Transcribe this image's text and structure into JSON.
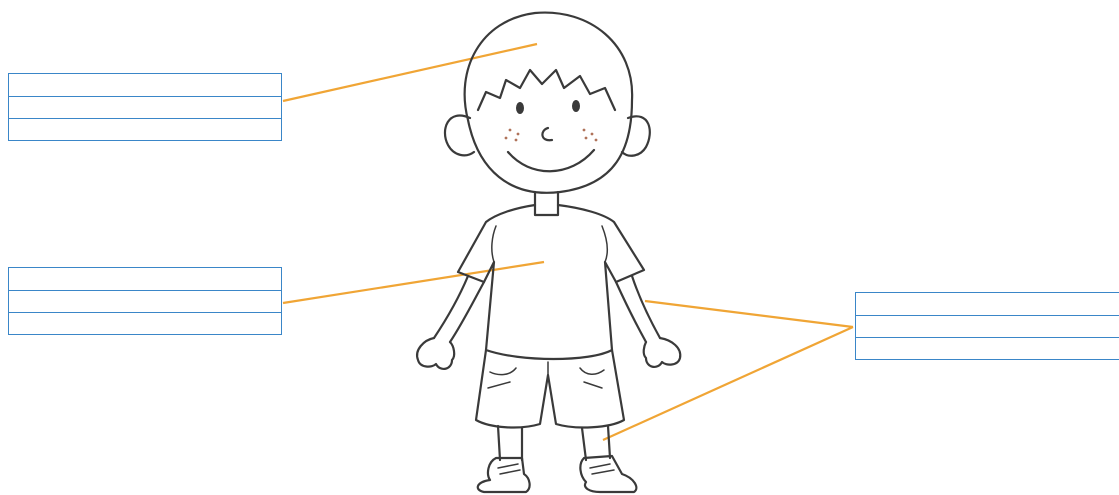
{
  "diagram": {
    "colors": {
      "box_border": "#3a86c8",
      "leader_line": "#f0a535",
      "drawing_ink": "#3a3a3a"
    },
    "label_boxes": [
      {
        "id": "head",
        "lines": [
          "",
          "",
          ""
        ]
      },
      {
        "id": "body",
        "lines": [
          "",
          "",
          ""
        ]
      },
      {
        "id": "limbs",
        "lines": [
          "",
          "",
          ""
        ]
      }
    ],
    "illustration": "boy-line-drawing"
  }
}
